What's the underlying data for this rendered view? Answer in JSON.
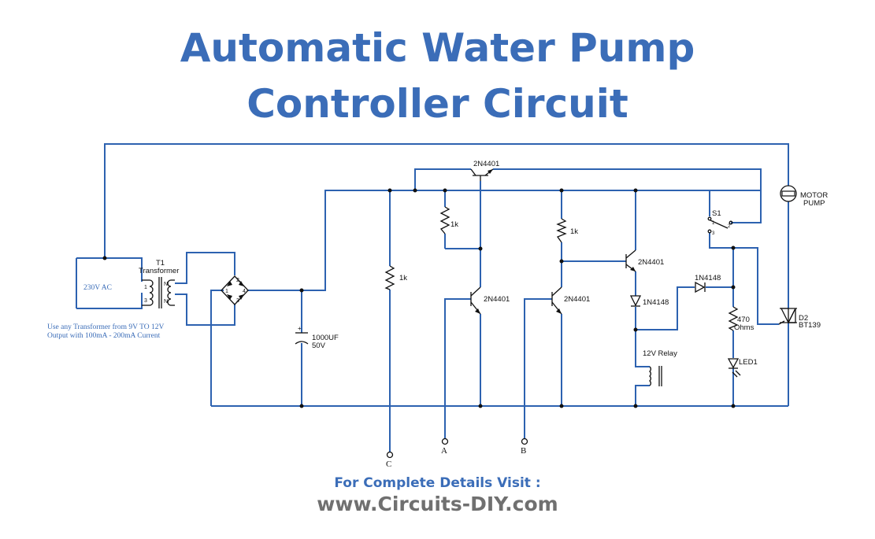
{
  "title": {
    "line1": "Automatic Water Pump",
    "line2": "Controller Circuit"
  },
  "footer": {
    "line1": "For Complete Details Visit :",
    "line2": "www.Circuits-DIY.com"
  },
  "labels": {
    "ac_source": "230V AC",
    "t1": "T1",
    "transformer": "Transformer",
    "note_line1": "Use any Transformer from 9V TO 12V",
    "note_line2": "Output with 100mA - 200mA Current",
    "cap_value": "1000UF",
    "cap_voltage": "50V",
    "r_c": "1k",
    "r_q1": "1k",
    "r_q3": "1k",
    "q_top": "2N4401",
    "q1": "2N4401",
    "q2": "2N4401",
    "q3": "2N4401",
    "diode_d1": "1N4148",
    "diode_d2": "1N4148",
    "relay": "12V Relay",
    "r_led_value": "470",
    "r_led_unit": "Ohms",
    "led": "LED1",
    "switch": "S1",
    "motor_line1": "MOTOR",
    "motor_line2": "PUMP",
    "triac_name": "D2",
    "triac_part": "BT139",
    "probe_a": "A",
    "probe_b": "B",
    "probe_c": "C",
    "tf_pin1": "1",
    "tf_pin3": "3",
    "tf_n1": "N",
    "tf_n2": "N",
    "br_p2": "2",
    "br_p1": "1",
    "br_p3": "3",
    "br_p4": "4",
    "sw_p1": "1",
    "sw_p2": "2",
    "sw_p3": "3"
  },
  "colors": {
    "title": "#3b6db8",
    "wire": "#2d62b0",
    "footer_url": "#707070"
  }
}
